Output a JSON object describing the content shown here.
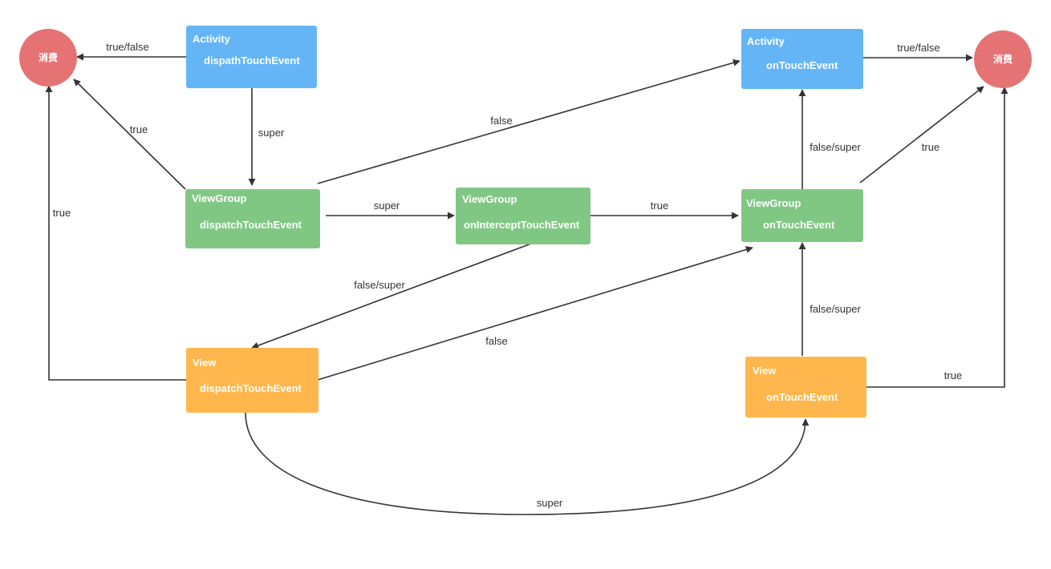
{
  "colors": {
    "activity": "#64b5f6",
    "viewgroup": "#81c784",
    "view": "#ffb74d",
    "consume": "#e57373",
    "edge": "#333333"
  },
  "nodes": {
    "consume_left": {
      "label": "消费"
    },
    "consume_right": {
      "label": "消费"
    },
    "activity_dispatch": {
      "title": "Activity",
      "method": "dispathTouchEvent"
    },
    "activity_touch": {
      "title": "Activity",
      "method": "onTouchEvent"
    },
    "viewgroup_dispatch": {
      "title": "ViewGroup",
      "method": "dispatchTouchEvent"
    },
    "viewgroup_intercept": {
      "title": "ViewGroup",
      "method": "onInterceptTouchEvent"
    },
    "viewgroup_touch": {
      "title": "ViewGroup",
      "method": "onTouchEvent"
    },
    "view_dispatch": {
      "title": "View",
      "method": "dispatchTouchEvent"
    },
    "view_touch": {
      "title": "View",
      "method": "onTouchEvent"
    }
  },
  "edges": {
    "act_dispatch_to_consume": "true/false",
    "act_dispatch_to_vg_dispatch": "super",
    "vg_dispatch_to_consume": "true",
    "vg_dispatch_to_act_touch": "false",
    "vg_dispatch_to_intercept": "super",
    "intercept_to_vg_touch": "true",
    "act_touch_to_consume": "true/false",
    "vg_touch_to_act_touch": "false/super",
    "vg_touch_to_consume": "true",
    "view_dispatch_to_consume": "true",
    "intercept_to_view_dispatch": "false/super",
    "view_dispatch_to_vg_touch": "false",
    "view_touch_to_vg_touch": "false/super",
    "view_touch_to_consume": "true",
    "view_dispatch_to_view_touch": "super"
  }
}
